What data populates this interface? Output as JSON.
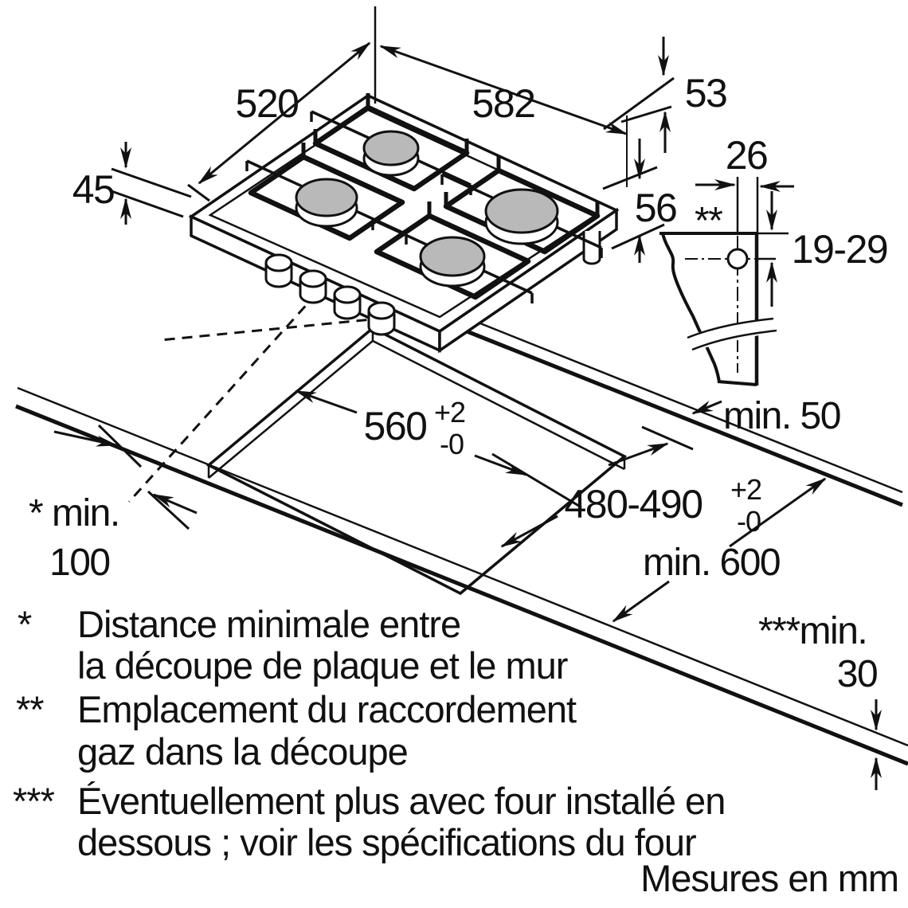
{
  "title": "Schéma d'installation table de cuisson gaz",
  "units_note": "Mesures en mm",
  "colors": {
    "ink": "#111111",
    "burner_gray": "#b9b9b9",
    "background": "#ffffff"
  },
  "labels": {
    "dim_depth": "520",
    "dim_width": "582",
    "dim_53": "53",
    "dim_height": "45",
    "dim_56": "56",
    "dim_26": "26",
    "gas_marker": "**",
    "dim_19_29": "19-29",
    "min_50": "min. 50",
    "cutout_width": "560",
    "cutout_width_tol_plus": "+2",
    "cutout_width_tol_minus": "-0",
    "cutout_depth": "480-490",
    "cutout_depth_tol_plus": "+2",
    "cutout_depth_tol_minus": "-0",
    "min_100_label": "* min.",
    "min_100_value": "100",
    "min_600": "min. 600",
    "min_30_label": "***min.",
    "min_30_value": "30"
  },
  "footnotes": [
    {
      "marker": "*",
      "line1": "Distance minimale entre",
      "line2": "la découpe de plaque et le mur"
    },
    {
      "marker": "**",
      "line1": "Emplacement du raccordement",
      "line2": "gaz dans la découpe"
    },
    {
      "marker": "***",
      "line1": "Éventuellement plus avec four installé en",
      "line2": "dessous ; voir les spécifications du four"
    }
  ]
}
